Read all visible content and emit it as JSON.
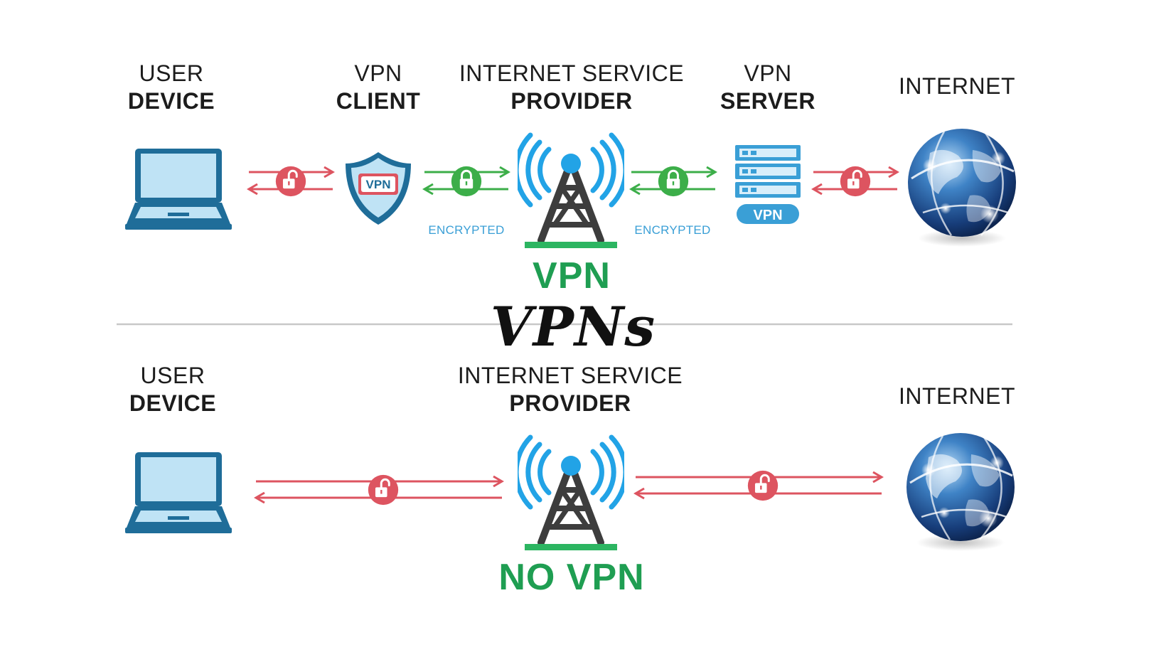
{
  "title": "VPNs",
  "vpn_section": {
    "user_device": {
      "line1": "USER",
      "line2": "DEVICE"
    },
    "vpn_client": {
      "line1": "VPN",
      "line2": "CLIENT"
    },
    "isp": {
      "line1": "INTERNET SERVICE",
      "line2": "PROVIDER"
    },
    "vpn_server": {
      "line1": "VPN",
      "line2": "SERVER"
    },
    "internet": {
      "line1": "INTERNET"
    },
    "encrypted_left": "ENCRYPTED",
    "encrypted_right": "ENCRYPTED",
    "shield_text": "VPN",
    "server_badge": "VPN",
    "caption": "VPN"
  },
  "novpn_section": {
    "user_device": {
      "line1": "USER",
      "line2": "DEVICE"
    },
    "isp": {
      "line1": "INTERNET SERVICE",
      "line2": "PROVIDER"
    },
    "internet": {
      "line1": "INTERNET"
    },
    "caption": "NO VPN"
  },
  "colors": {
    "unsecure": "#dd5460",
    "secure": "#3cae49",
    "device_blue": "#1f6d99",
    "signal_blue": "#22a3e6",
    "caption_green": "#1f9e52"
  }
}
